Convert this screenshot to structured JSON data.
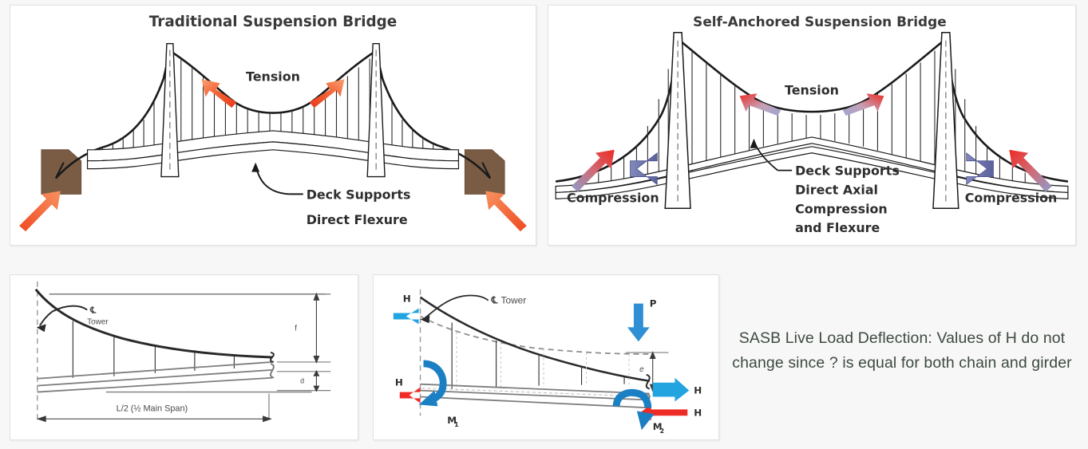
{
  "page": {
    "background_color": "#f7f7f7",
    "panel_background": "#ffffff"
  },
  "panels": {
    "traditional": {
      "title": "Traditional Suspension Bridge",
      "tension_label": "Tension",
      "callout_line1": "Deck Supports",
      "callout_line2": "Direct Flexure",
      "anchor_color": "#7a5c45",
      "arrow_color": "#f4693a",
      "arrow_tail_color": "#e8381a"
    },
    "self_anchored": {
      "title": "Self-Anchored Suspension Bridge",
      "tension_label": "Tension",
      "compression_label_left": "Compression",
      "compression_label_right": "Compression",
      "callout_line1": "Deck Supports",
      "callout_line2": "Direct Axial",
      "callout_line3": "Compression",
      "callout_line4": "and Flexure",
      "tension_arrow_color": "#ee2b24",
      "tension_arrow_tail_color": "#9aa7d4",
      "compression_arrow_color": "#6e74ad"
    },
    "half_span": {
      "centerline_symbol": "℄",
      "tower_label": "Tower",
      "span_label": "L/2 (½ Main Span)",
      "dim_upper_label": "f",
      "dim_lower_label": "d"
    },
    "forces": {
      "centerline_symbol": "℄",
      "tower_label": "Tower",
      "load_label": "P",
      "eccentricity_label": "e",
      "h_top_left": "H",
      "h_mid_left": "H",
      "h_mid_right": "H",
      "h_lower_right": "H",
      "moment_left": "M",
      "moment_left_sub": "1",
      "moment_right": "M",
      "moment_right_sub": "2",
      "arrow_cyan": "#22a4e0",
      "arrow_red": "#ee2b24",
      "arrow_blue": "#1b7fc4"
    }
  },
  "caption": {
    "text": "SASB Live Load Deflection: Values of H do not change since ? is equal for both chain and girder",
    "color": "#3d4a40"
  }
}
